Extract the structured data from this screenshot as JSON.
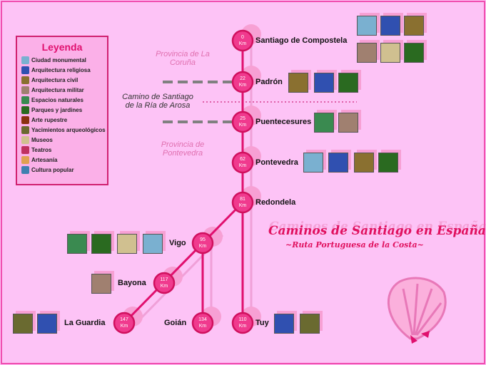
{
  "legend": {
    "title": "Leyenda",
    "items": [
      {
        "label": "Ciudad monumental",
        "color": "#7ab0d0"
      },
      {
        "label": "Arquitectura religiosa",
        "color": "#3050b0"
      },
      {
        "label": "Arquitectura civil",
        "color": "#8a7030"
      },
      {
        "label": "Arquitectura militar",
        "color": "#a08070"
      },
      {
        "label": "Espacios naturales",
        "color": "#3a8a50"
      },
      {
        "label": "Parques y jardines",
        "color": "#2a6a20"
      },
      {
        "label": "Arte rupestre",
        "color": "#8a3010"
      },
      {
        "label": "Yacimientos arqueológicos",
        "color": "#6a6a30"
      },
      {
        "label": "Museos",
        "color": "#d0c090"
      },
      {
        "label": "Teatros",
        "color": "#c03060"
      },
      {
        "label": "Artesanía",
        "color": "#e0a050"
      },
      {
        "label": "Cultura popular",
        "color": "#4080b0"
      }
    ]
  },
  "provinces": {
    "coruna": "Provincia de La Coruña",
    "pontevedra": "Provincia de Pontevedra"
  },
  "camino": "Camino de Santiago de la Ría de Arosa",
  "stops": [
    {
      "name": "Santiago de Compostela",
      "km": "0",
      "unit": "Km"
    },
    {
      "name": "Padrón",
      "km": "22",
      "unit": "Km"
    },
    {
      "name": "Puentecesures",
      "km": "25",
      "unit": "Km"
    },
    {
      "name": "Pontevedra",
      "km": "62",
      "unit": "Km"
    },
    {
      "name": "Redondela",
      "km": "81",
      "unit": "Km"
    },
    {
      "name": "Vigo",
      "km": "95",
      "unit": "Km"
    },
    {
      "name": "Bayona",
      "km": "117",
      "unit": "Km"
    },
    {
      "name": "La Guardia",
      "km": "147",
      "unit": "Km"
    },
    {
      "name": "Goián",
      "km": "134",
      "unit": "Km"
    },
    {
      "name": "Tuy",
      "km": "110",
      "unit": "Km"
    }
  ],
  "title": "Caminos de Santiago en España",
  "subtitle": "~Ruta Portuguesa de la Costa~",
  "colors": {
    "accent": "#e0106e",
    "bg": "#fdc3f6"
  }
}
